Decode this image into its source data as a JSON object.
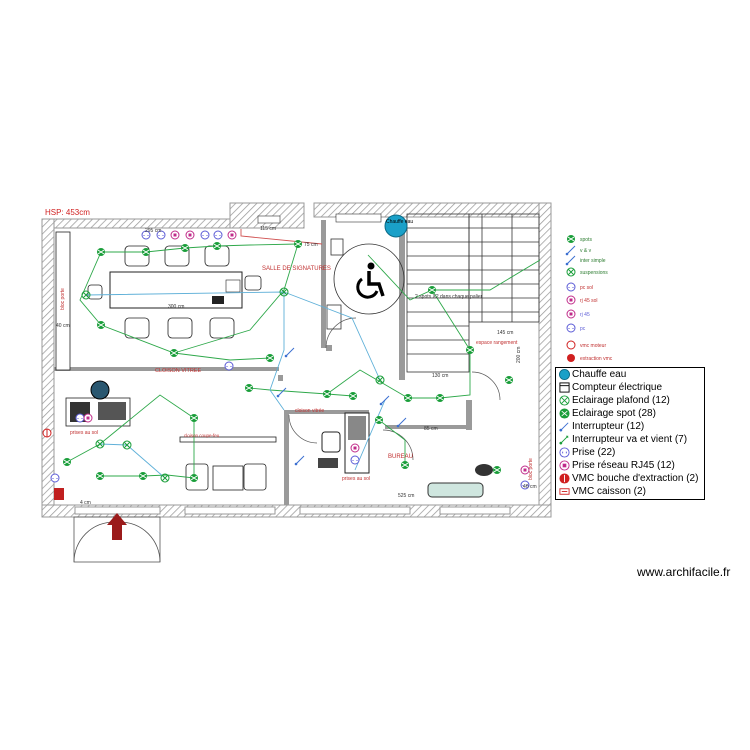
{
  "plan": {
    "hsp_label": "HSP: 453cm",
    "rooms": {
      "signatures": "SALLE DE SIGNATURES",
      "bureau": "BUREAU"
    },
    "labels": {
      "cloison_vitree": "CLOISON VITREE",
      "cloison_vitree_small": "cloison vitrée",
      "prises_au_sol_left": "prises au sol",
      "prises_au_sol_bureau": "prises au sol",
      "spots_note": "2 spots X2 dans chaque palier",
      "espace_rangement": "espace rangement",
      "chauffe_eau": "Chauffe eau",
      "left_wall_label": "bloc porte",
      "right_wall_label": "bloc porte",
      "cabinet_label": "cloison coupe-feu"
    },
    "dimensions": {
      "d_295": "295 cm",
      "d_115": "115 cm",
      "d_75": "75 cm",
      "d_300": "300 cm",
      "d_40_left": "40 cm",
      "d_145": "145 cm",
      "d_130": "130 cm",
      "d_200": "200 cm",
      "d_85": "85 cm",
      "d_525": "525 cm",
      "d_40_right": "40 cm",
      "d_4": "4 cm"
    }
  },
  "mini_legend": [
    {
      "icon": "spot-icon",
      "label": "spots"
    },
    {
      "icon": "switch-va-icon",
      "label": "v & v"
    },
    {
      "icon": "switch-simple-icon",
      "label": "inter simple"
    },
    {
      "icon": "suspension-icon",
      "label": "suspensions"
    },
    {
      "icon": "socket-floor-icon",
      "label": "pc sol"
    },
    {
      "icon": "rj45-floor-icon",
      "label": "rj 45 sol"
    },
    {
      "icon": "rj45-icon",
      "label": "rj 45"
    },
    {
      "icon": "socket-icon",
      "label": "pc"
    },
    {
      "icon": "vmc-motor-icon",
      "label": "vmc moteur"
    },
    {
      "icon": "vmc-extraction-icon",
      "label": "extraction vmc"
    }
  ],
  "legend": [
    {
      "icon": "water-heater-icon",
      "label": "Chauffe eau",
      "color": "#1aa0c8"
    },
    {
      "icon": "electric-meter-icon",
      "label": "Compteur électrique",
      "color": "#000000"
    },
    {
      "icon": "ceiling-light-icon",
      "label": "Eclairage plafond (12)",
      "color": "#1a9e3a"
    },
    {
      "icon": "spot-light-icon",
      "label": "Eclairage spot (28)",
      "color": "#1a9e3a"
    },
    {
      "icon": "switch-icon",
      "label": "Interrupteur (12)",
      "color": "#3b6fd1"
    },
    {
      "icon": "two-way-switch-icon",
      "label": "Interrupteur va et vient (7)",
      "color": "#1a9e3a"
    },
    {
      "icon": "socket-icon",
      "label": "Prise (22)",
      "color": "#5b5bd6"
    },
    {
      "icon": "rj45-icon",
      "label": "Prise réseau RJ45 (12)",
      "color": "#c02b8a"
    },
    {
      "icon": "vmc-extraction-icon",
      "label": "VMC bouche d'extraction (2)",
      "color": "#d02020"
    },
    {
      "icon": "vmc-box-icon",
      "label": "VMC caisson (2)",
      "color": "#d02020"
    }
  ],
  "watermark": "www.archifacile.fr",
  "colors": {
    "wall": "#9a9a9a",
    "wire_green": "#2ea84a",
    "wire_blue": "#5fb0d8",
    "wire_pink": "#d05050",
    "door_red": "#9b1b1b"
  }
}
